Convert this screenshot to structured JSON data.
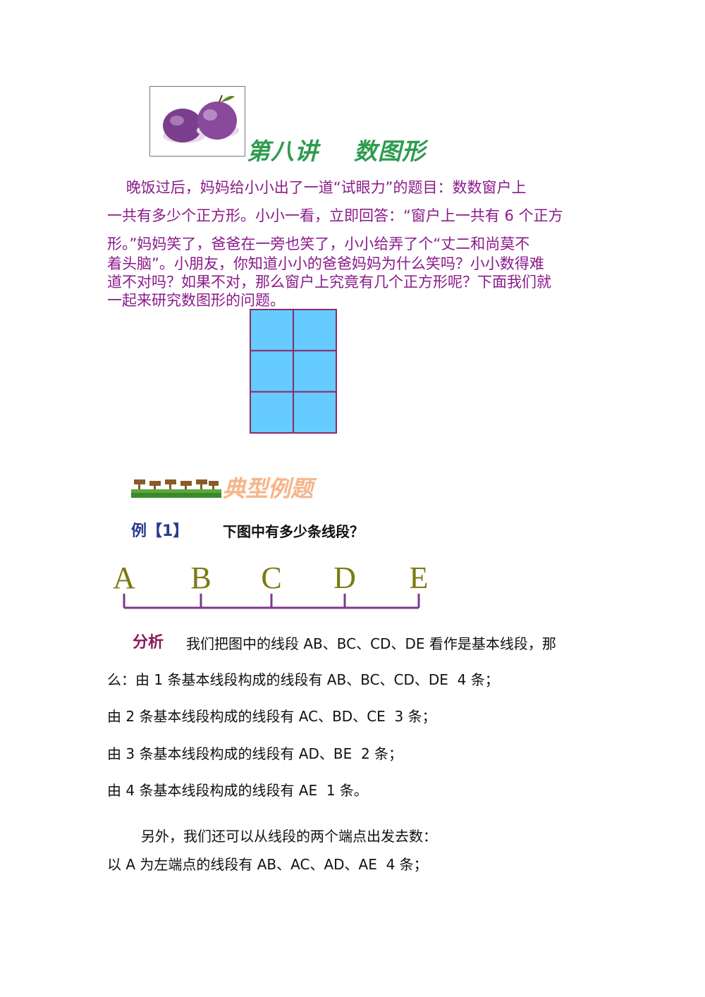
{
  "header": {
    "title": "第八讲    数图形"
  },
  "intro": {
    "lines": [
      "    晚饭过后，妈妈给小小出了一道“试眼力”的题目：数数窗户上",
      "一共有多少个正方形。小小一看，立即回答：“窗户上一共有 6 个正方",
      "形。”妈妈笑了，爸爸在一旁也笑了，小小给弄了个“丈二和尚莫不",
      "着头脑”。小朋友，你知道小小的爸爸妈妈为什么笑吗？小小数得难",
      "道不对吗？如果不对，那么窗户上究竟有几个正方形呢？下面我们就",
      "一起来研究数图形的问题。"
    ]
  },
  "window_diagram": {
    "rows": 3,
    "cols": 2,
    "fill_color": "#66ccff",
    "border_color": "#8b2a6b"
  },
  "section": {
    "title": "典型例题"
  },
  "example": {
    "label": "例【1】",
    "question": "下图中有多少条线段？"
  },
  "segment_diagram": {
    "points": [
      "A",
      "B",
      "C",
      "D",
      "E"
    ],
    "label_color": "#7a7a10",
    "line_color": "#7a3a8c"
  },
  "analysis": {
    "label": "分析",
    "line1": "我们把图中的线段 AB、BC、CD、DE 看作是基本线段，那",
    "lines": [
      "么：由 1 条基本线段构成的线段有 AB、BC、CD、DE  4 条；",
      "由 2 条基本线段构成的线段有 AC、BD、CE  3 条；",
      "由 3 条基本线段构成的线段有 AD、BE  2 条；",
      "由 4 条基本线段构成的线段有 AE  1 条。"
    ],
    "other_intro": "另外，我们还可以从线段的两个端点出发去数：",
    "other_line": "以 A 为左端点的线段有 AB、AC、AD、AE  4 条；"
  }
}
